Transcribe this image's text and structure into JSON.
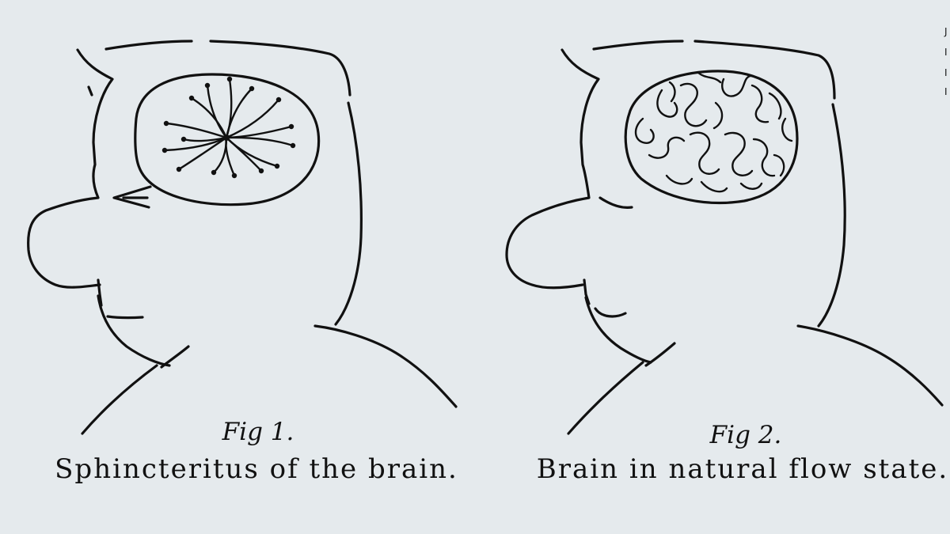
{
  "figures": [
    {
      "fig_label": "Fig 1.",
      "caption": "Sphincteritus of the brain."
    },
    {
      "fig_label": "Fig 2.",
      "caption": "Brain in natural flow state."
    }
  ],
  "edge_glyphs": [
    "J",
    "I",
    "I",
    "I"
  ]
}
